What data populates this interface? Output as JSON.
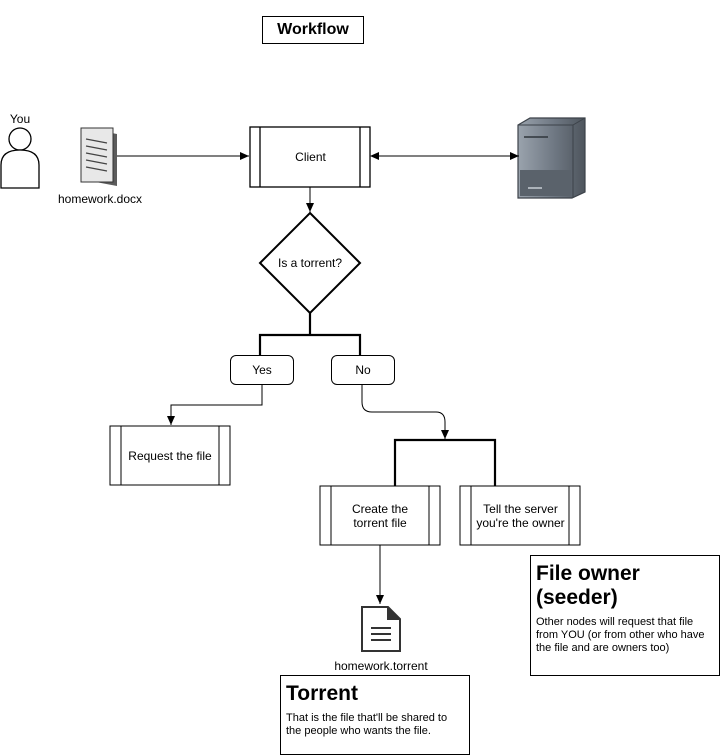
{
  "title": "Workflow",
  "actors": {
    "you_label": "You",
    "document_label": "homework.docx",
    "torrent_file_label": "homework.torrent"
  },
  "nodes": {
    "client": "Client",
    "decision": "Is a torrent?",
    "yes": "Yes",
    "no": "No",
    "request_file": "Request the file",
    "create_torrent": "Create the torrent file",
    "tell_server": "Tell the server you're the owner"
  },
  "notes": {
    "file_owner": {
      "heading": "File owner (seeder)",
      "body": "Other nodes will request that file from YOU (or from other who have the file and are owners too)"
    },
    "torrent": {
      "heading": "Torrent",
      "body": "That is the file that'll be shared to the people who wants the file."
    }
  },
  "icons": {
    "person": "user-icon",
    "document": "document-icon",
    "server": "server-icon",
    "torrent_file": "file-icon"
  }
}
